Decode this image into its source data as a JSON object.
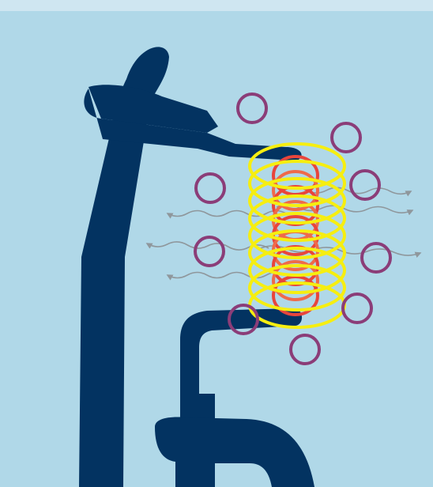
{
  "colors": {
    "background": "#b0d8e8",
    "top_band": "#cfe6f1",
    "stand": "#033361",
    "outer_coil": "#f6ee10",
    "inner_coil": "#e8453c",
    "inner_coil_alt": "#ef6a4a",
    "particles": "#8b3d78",
    "waves": "#8f979c"
  },
  "icons": {
    "stand": "electrode-stand-icon",
    "outer_coil": "outer-coil-icon",
    "inner_coil": "inner-coil-icon",
    "particle": "circle-particle-icon",
    "wave": "wavy-arrow-icon"
  },
  "diagram": {
    "outer_coil_turns": 9,
    "inner_coil_turns": 9,
    "particle_count": 9,
    "wave_count": 6
  }
}
